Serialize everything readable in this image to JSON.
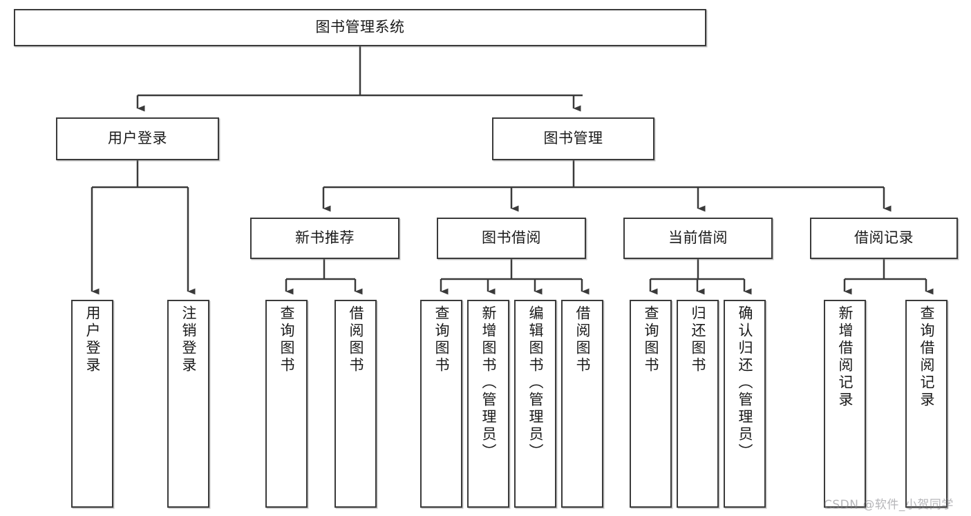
{
  "diagram": {
    "type": "tree-hierarchy",
    "title": "图书管理系统",
    "root": {
      "id": "root",
      "label": "图书管理系统",
      "orientation": "horizontal"
    },
    "level2": [
      {
        "id": "user-login",
        "label": "用户登录",
        "orientation": "horizontal"
      },
      {
        "id": "book-management",
        "label": "图书管理",
        "orientation": "horizontal"
      }
    ],
    "level3": [
      {
        "id": "new-book-recommend",
        "label": "新书推荐",
        "orientation": "horizontal",
        "parent": "book-management"
      },
      {
        "id": "book-borrow",
        "label": "图书借阅",
        "orientation": "horizontal",
        "parent": "book-management"
      },
      {
        "id": "current-borrow",
        "label": "当前借阅",
        "orientation": "horizontal",
        "parent": "book-management"
      },
      {
        "id": "borrow-record",
        "label": "借阅记录",
        "orientation": "horizontal",
        "parent": "book-management"
      }
    ],
    "leaves": [
      {
        "id": "leaf-user-login",
        "label": "用户登录",
        "orientation": "vertical",
        "parent": "user-login"
      },
      {
        "id": "leaf-user-logout",
        "label": "注销登录",
        "orientation": "vertical",
        "parent": "user-login"
      },
      {
        "id": "leaf-query-book-1",
        "label": "查询图书",
        "orientation": "vertical",
        "parent": "new-book-recommend"
      },
      {
        "id": "leaf-borrow-book-1",
        "label": "借阅图书",
        "orientation": "vertical",
        "parent": "new-book-recommend"
      },
      {
        "id": "leaf-query-book-2",
        "label": "查询图书",
        "orientation": "vertical",
        "parent": "book-borrow"
      },
      {
        "id": "leaf-add-book-admin",
        "label": "新增图书（管理员）",
        "orientation": "vertical",
        "parent": "book-borrow"
      },
      {
        "id": "leaf-edit-book-admin",
        "label": "编辑图书（管理员）",
        "orientation": "vertical",
        "parent": "book-borrow"
      },
      {
        "id": "leaf-borrow-book-2",
        "label": "借阅图书",
        "orientation": "vertical",
        "parent": "book-borrow"
      },
      {
        "id": "leaf-query-book-3",
        "label": "查询图书",
        "orientation": "vertical",
        "parent": "current-borrow"
      },
      {
        "id": "leaf-return-book",
        "label": "归还图书",
        "orientation": "vertical",
        "parent": "current-borrow"
      },
      {
        "id": "leaf-confirm-return-admin",
        "label": "确认归还（管理员）",
        "orientation": "vertical",
        "parent": "current-borrow"
      },
      {
        "id": "leaf-add-borrow-record",
        "label": "新增借阅记录",
        "orientation": "vertical",
        "parent": "borrow-record"
      },
      {
        "id": "leaf-query-borrow-record",
        "label": "查询借阅记录",
        "orientation": "vertical",
        "parent": "borrow-record"
      }
    ],
    "watermark": "CSDN @软件_小贺同学",
    "colors": {
      "stroke": "#3a3a3a",
      "fill": "#ffffff",
      "text": "#1a1a1a",
      "watermark": "#787880"
    }
  }
}
